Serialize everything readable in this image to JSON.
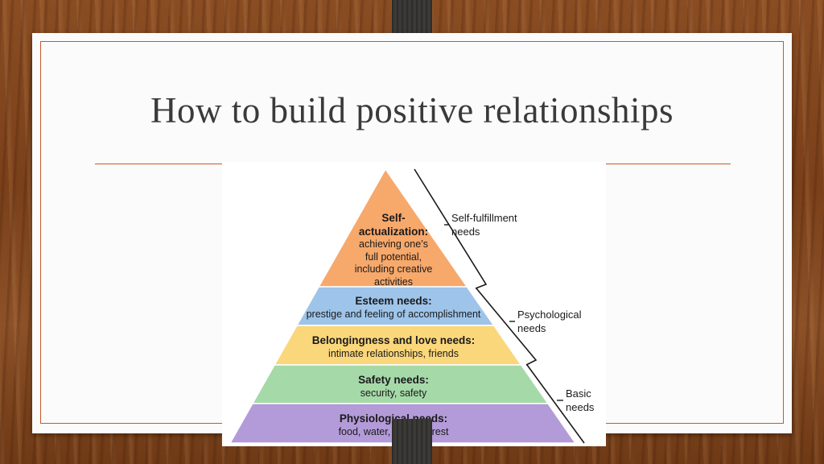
{
  "slide": {
    "title": "How to build positive relationships"
  },
  "pyramid": {
    "levels": [
      {
        "heading_lines": [
          "Self-",
          "actualization:"
        ],
        "detail_lines": [
          "achieving one’s",
          "full potential,",
          "including creative",
          "activities"
        ],
        "color": "#f7a86b"
      },
      {
        "heading_lines": [
          "Esteem needs:"
        ],
        "detail_lines": [
          "prestige and feeling of accomplishment"
        ],
        "color": "#9ec4ea"
      },
      {
        "heading_lines": [
          "Belongingness and love needs:"
        ],
        "detail_lines": [
          "intimate relationships, friends"
        ],
        "color": "#fbd77b"
      },
      {
        "heading_lines": [
          "Safety needs:"
        ],
        "detail_lines": [
          "security, safety"
        ],
        "color": "#a6d9a8"
      },
      {
        "heading_lines": [
          "Physiological needs:"
        ],
        "detail_lines": [
          "food, water, warmth, rest"
        ],
        "color": "#b39ad8"
      }
    ],
    "groups": [
      {
        "lines": [
          "Self-fulfillment",
          "needs"
        ]
      },
      {
        "lines": [
          "Psychological",
          "needs"
        ]
      },
      {
        "lines": [
          "Basic",
          "needs"
        ]
      }
    ]
  },
  "colors": {
    "accent": "#c55a2a",
    "strap": "#3b3a37"
  }
}
